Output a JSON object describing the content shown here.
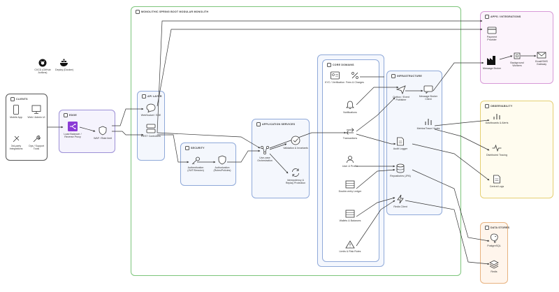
{
  "monolith": {
    "title": "MONOLITHIC SPRING BOOT MODULAR MONOLITH"
  },
  "external": {
    "title": "APPS / INTEGRATIONS",
    "payment_provider": "Payment Provider",
    "message_broker": "Message Broker",
    "background_workers": "Background Workers",
    "email_sms_gateway": "Email/SMS Gateway"
  },
  "cicd": {
    "ci": "CI/CD (GitHub Actions)",
    "deploy": "Deploy (Docker)"
  },
  "clients": {
    "title": "CLIENTS",
    "mobile": "Mobile App",
    "web": "Web / Admin UI",
    "third_party": "3rd-party Integrations",
    "ops": "Ops / Support Tools"
  },
  "edge": {
    "title": "EDGE",
    "load_balancer": "Load Balancer / Reverse Proxy",
    "waf": "WAF / Rate limit"
  },
  "api": {
    "title": "API LAYER",
    "websocket": "WebSocket / SSE",
    "rest": "REST Controllers"
  },
  "security": {
    "title": "SECURITY",
    "authn": "Authentication (JWT/Session)",
    "authz": "Authorization (Roles/Policies)"
  },
  "app_services": {
    "title": "APPLICATION SERVICES",
    "usecase": "Use-case Orchestration",
    "validation": "Validation & Invariants",
    "idempotency": "Idempotency & Replay Protection"
  },
  "core": {
    "title": "CORE DOMAINS",
    "kyc": "KYC / Verification",
    "fees": "Fees & Charges",
    "notifications": "Notifications",
    "transactions": "Transactions",
    "user_profile": "User & Profile",
    "ledger": "Double-entry Ledger",
    "wallets": "Wallets & Balances",
    "limits": "Limits & Risk Rules"
  },
  "infra": {
    "title": "INFRASTRUCTURE",
    "outbox": "Outbox / Event Publisher",
    "broker_client": "Message Broker Client",
    "metrics": "Metrics/Trace Hooks",
    "audit": "Audit Logger",
    "repositories": "Repositories (JPA)",
    "redis_client": "Redis Client"
  },
  "observability": {
    "title": "OBSERVABILITY",
    "dashboards": "Dashboards & Alerts",
    "tracing": "Distributed Tracing",
    "logs": "Central Logs"
  },
  "datastores": {
    "title": "DATA STORES",
    "postgres": "PostgreSQL",
    "redis": "Redis"
  },
  "colors": {
    "monolith_border": "#7cc57a",
    "external_fill": "#fcf4fc",
    "external_border": "#d79ad7",
    "clients_border": "#555555",
    "edge_border": "#9c8fd6",
    "edge_fill": "#f5f3fd",
    "blue_group_border": "#8fa9d9",
    "blue_group_fill": "#f4f7fd",
    "obs_fill": "#fffcef",
    "obs_border": "#e5cf72",
    "ds_fill": "#fff5ec",
    "ds_border": "#e7b27f",
    "lb_accent": "#8b3ad6",
    "wire": "#333333"
  }
}
